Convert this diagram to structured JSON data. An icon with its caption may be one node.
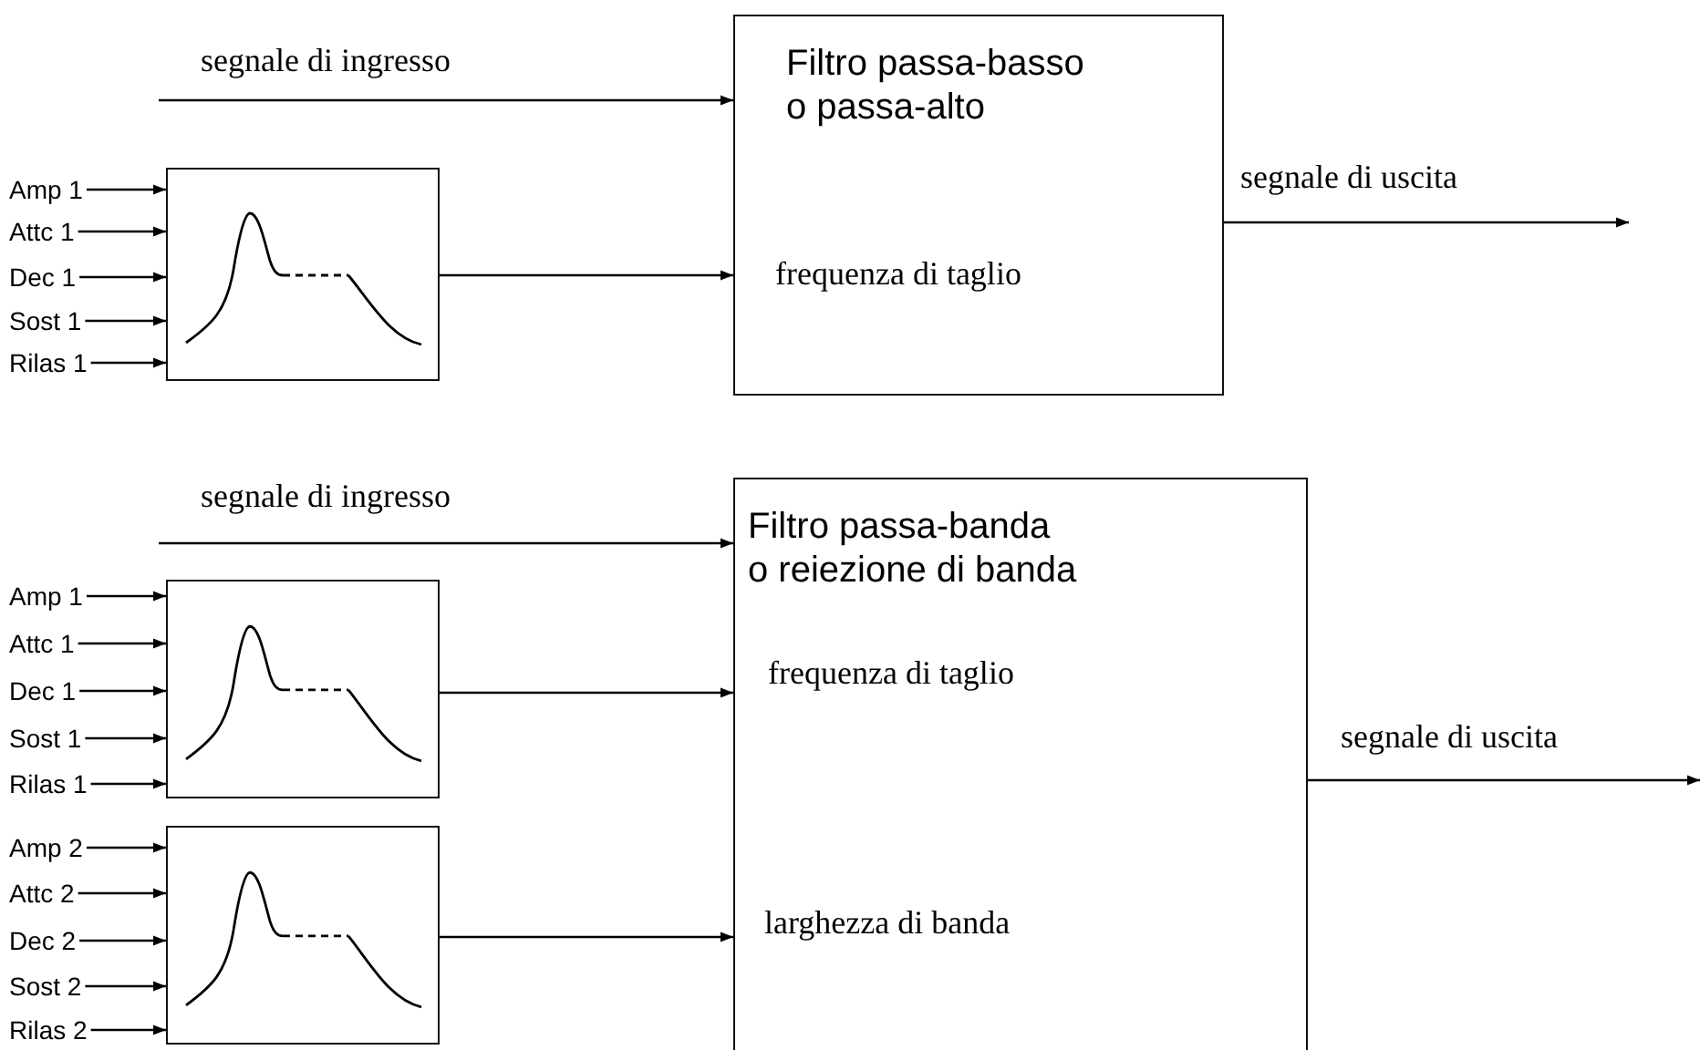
{
  "diagram": {
    "nodes": [
      {
        "text": [
          "Filtro passa-basso o passa-alto",
          "frequenza di taglio"
        ]
      },
      {
        "text": [],
        "shape": "picture"
      },
      {
        "text": [
          "Amp 1"
        ]
      },
      {
        "text": [
          "Attc 1"
        ]
      },
      {
        "text": [
          "Dec 1"
        ]
      },
      {
        "text": [
          "Sost 1"
        ]
      },
      {
        "text": [
          "Rilas 1"
        ]
      },
      {
        "text": [
          "Filtro passa-banda o reiezione di banda",
          "frequenza di taglio",
          "larghezza di banda"
        ]
      },
      {
        "text": [],
        "shape": "picture"
      },
      {
        "text": [
          "Amp 1"
        ]
      },
      {
        "text": [
          "Attc 1"
        ]
      },
      {
        "text": [
          "Dec 1"
        ]
      },
      {
        "text": [
          "Sost 1"
        ]
      },
      {
        "text": [
          "Rilas 1"
        ]
      },
      {
        "text": [],
        "shape": "picture"
      },
      {
        "text": [
          "Amp 2"
        ]
      },
      {
        "text": [
          "Attc 2"
        ]
      },
      {
        "text": [
          "Dec 2"
        ]
      },
      {
        "text": [
          "Sost 2"
        ]
      },
      {
        "text": [
          "Rilas 2"
        ]
      }
    ],
    "edges": [
      {
        "from": null,
        "to": 0,
        "arrow": "to",
        "label": "segnale di ingresso"
      },
      {
        "from": 2,
        "to": 1,
        "arrow": "to"
      },
      {
        "from": 3,
        "to": 1,
        "arrow": "to"
      },
      {
        "from": 4,
        "to": 1,
        "arrow": "to"
      },
      {
        "from": 5,
        "to": 1,
        "arrow": "to"
      },
      {
        "from": 6,
        "to": 1,
        "arrow": "to"
      },
      {
        "from": 1,
        "to": 0,
        "arrow": "to"
      },
      {
        "from": 0,
        "to": null,
        "arrow": "to",
        "label": "segnale di uscita"
      },
      {
        "from": null,
        "to": 7,
        "arrow": "to",
        "label": "segnale di ingresso"
      },
      {
        "from": 9,
        "to": 8,
        "arrow": "to"
      },
      {
        "from": 10,
        "to": 8,
        "arrow": "to"
      },
      {
        "from": 11,
        "to": 8,
        "arrow": "to"
      },
      {
        "from": 12,
        "to": 8,
        "arrow": "to"
      },
      {
        "from": 13,
        "to": 8,
        "arrow": "to"
      },
      {
        "from": 15,
        "to": 14,
        "arrow": "to"
      },
      {
        "from": 16,
        "to": 14,
        "arrow": "to"
      },
      {
        "from": 17,
        "to": 14,
        "arrow": "to"
      },
      {
        "from": 18,
        "to": 14,
        "arrow": "to"
      },
      {
        "from": 19,
        "to": 14,
        "arrow": "to"
      },
      {
        "from": 8,
        "to": 7,
        "arrow": "to"
      },
      {
        "from": 14,
        "to": 7,
        "arrow": "to"
      },
      {
        "from": 7,
        "to": null,
        "arrow": "to",
        "label": "segnale di uscita"
      }
    ]
  }
}
